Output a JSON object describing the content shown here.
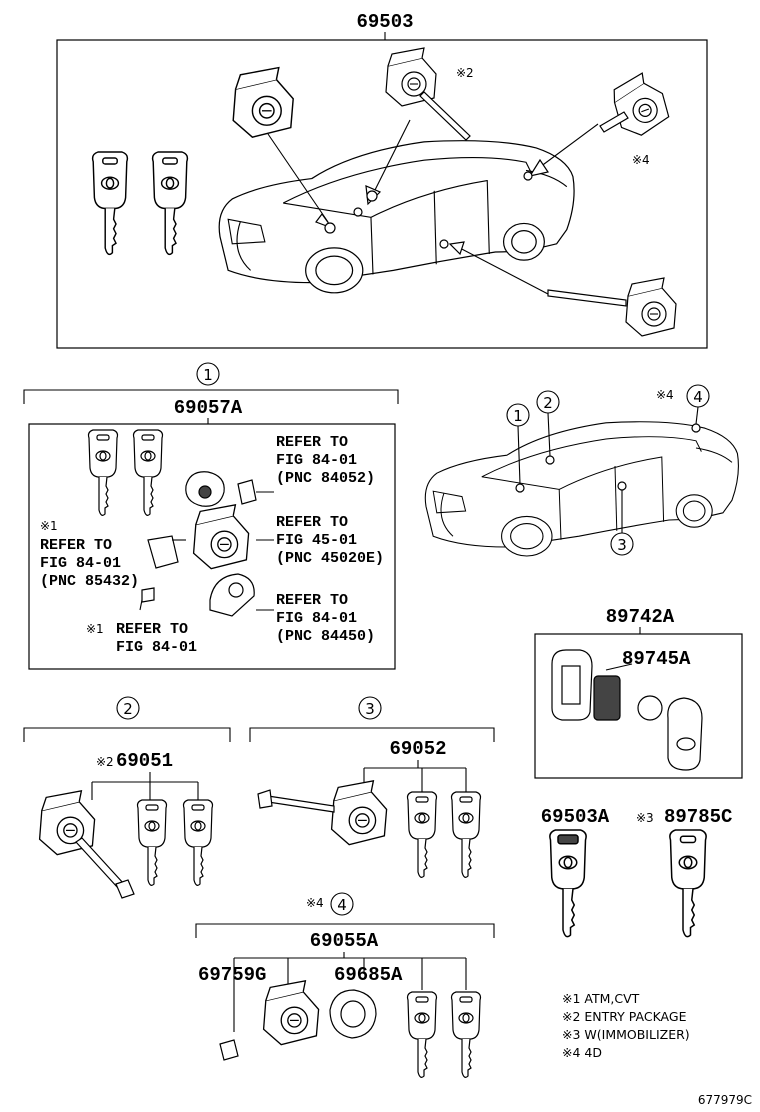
{
  "parts": {
    "p69503": "69503",
    "p69057A": "69057A",
    "p69051": "69051",
    "p69052": "69052",
    "p69055A": "69055A",
    "p69759G": "69759G",
    "p69685A": "69685A",
    "p89742A": "89742A",
    "p89745A": "89745A",
    "p69503A": "69503A",
    "p89785C": "89785C"
  },
  "marks": {
    "m1": "※1",
    "m2": "※2",
    "m3": "※3",
    "m4": "※4"
  },
  "circles": {
    "c1": "1",
    "c2": "2",
    "c3": "3",
    "c4": "4"
  },
  "refs": {
    "r84052": {
      "l1": "REFER TO",
      "l2": "FIG 84-01",
      "l3": "(PNC 84052)"
    },
    "r45020": {
      "l1": "REFER TO",
      "l2": "FIG 45-01",
      "l3": "(PNC 45020E)"
    },
    "r84450": {
      "l1": "REFER TO",
      "l2": "FIG 84-01",
      "l3": "(PNC 84450)"
    },
    "r85432": {
      "l1": "REFER TO",
      "l2": "FIG 84-01",
      "l3": "(PNC 85432)"
    },
    "rFig": {
      "l1": "REFER TO",
      "l2": "FIG 84-01"
    }
  },
  "legend": {
    "n1": "※1 ATM,CVT",
    "n2": "※2 ENTRY PACKAGE",
    "n3": "※3 W(IMMOBILIZER)",
    "n4": "※4 4D"
  },
  "figure_id": "677979C"
}
